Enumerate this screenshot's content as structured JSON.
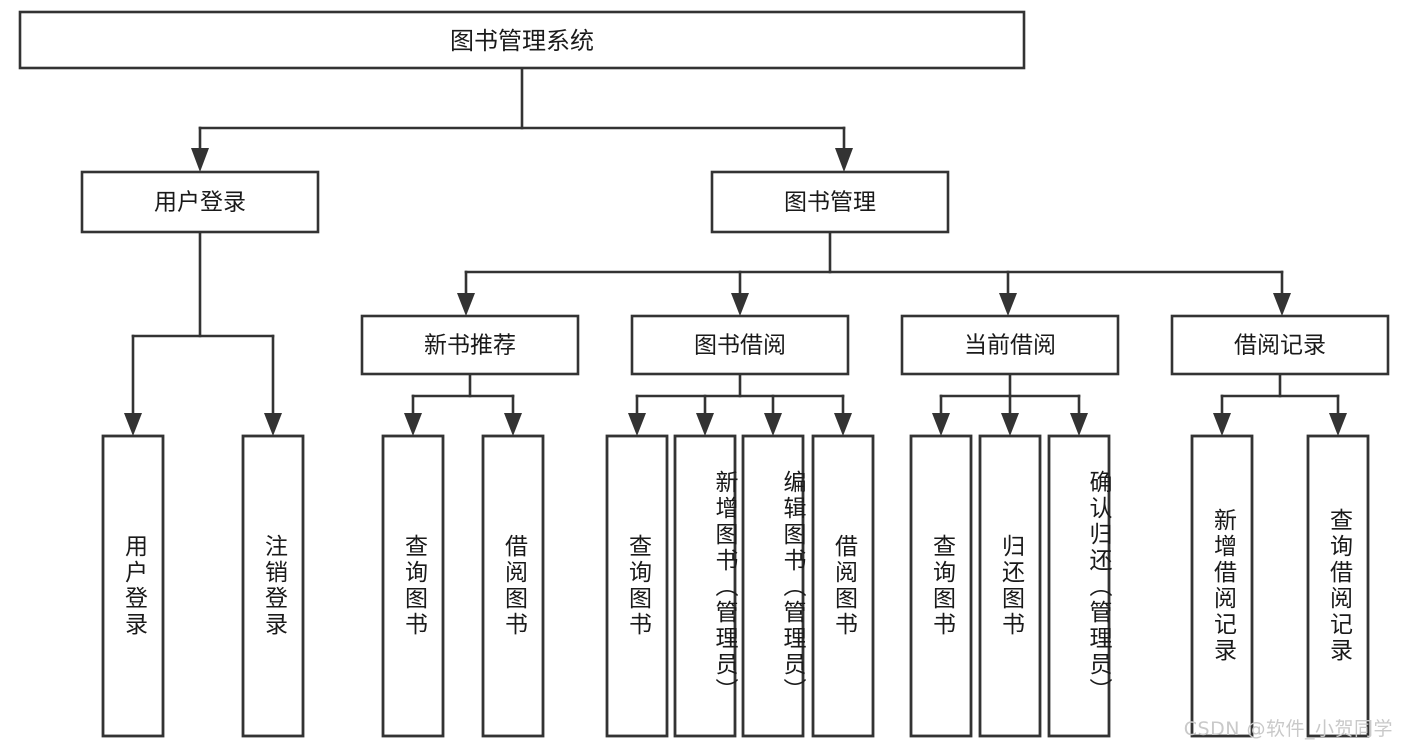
{
  "diagram": {
    "type": "tree",
    "title": "图书管理系统",
    "watermark": "CSDN @软件_小贺同学",
    "colors": {
      "stroke": "#333333",
      "fill": "#ffffff",
      "text": "#1a1a1a",
      "watermark": "#c9c9c9"
    },
    "nodes": {
      "root": {
        "label": "图书管理系统",
        "level": 1
      },
      "l2": [
        {
          "id": "user-login",
          "label": "用户登录",
          "level": 2
        },
        {
          "id": "book-manage",
          "label": "图书管理",
          "level": 2
        }
      ],
      "l3": [
        {
          "id": "new-book-recommend",
          "label": "新书推荐",
          "level": 3,
          "parent": "book-manage"
        },
        {
          "id": "book-borrow",
          "label": "图书借阅",
          "level": 3,
          "parent": "book-manage"
        },
        {
          "id": "current-borrow",
          "label": "当前借阅",
          "level": 3,
          "parent": "book-manage"
        },
        {
          "id": "borrow-record",
          "label": "借阅记录",
          "level": 3,
          "parent": "book-manage"
        }
      ],
      "leaves": [
        {
          "id": "leaf-user-login",
          "label": "用户登录",
          "parent": "user-login"
        },
        {
          "id": "leaf-user-logout",
          "label": "注销登录",
          "parent": "user-login"
        },
        {
          "id": "leaf-query-book-1",
          "label": "查询图书",
          "parent": "new-book-recommend"
        },
        {
          "id": "leaf-borrow-book-1",
          "label": "借阅图书",
          "parent": "new-book-recommend"
        },
        {
          "id": "leaf-query-book-2",
          "label": "查询图书",
          "parent": "book-borrow"
        },
        {
          "id": "leaf-add-book",
          "label": "新增图书（管理员）",
          "parent": "book-borrow"
        },
        {
          "id": "leaf-edit-book",
          "label": "编辑图书（管理员）",
          "parent": "book-borrow"
        },
        {
          "id": "leaf-borrow-book-2",
          "label": "借阅图书",
          "parent": "book-borrow"
        },
        {
          "id": "leaf-query-book-3",
          "label": "查询图书",
          "parent": "current-borrow"
        },
        {
          "id": "leaf-return-book",
          "label": "归还图书",
          "parent": "current-borrow"
        },
        {
          "id": "leaf-confirm-return",
          "label": "确认归还（管理员）",
          "parent": "current-borrow"
        },
        {
          "id": "leaf-add-record",
          "label": "新增借阅记录",
          "parent": "borrow-record"
        },
        {
          "id": "leaf-query-record",
          "label": "查询借阅记录",
          "parent": "borrow-record"
        }
      ]
    }
  }
}
